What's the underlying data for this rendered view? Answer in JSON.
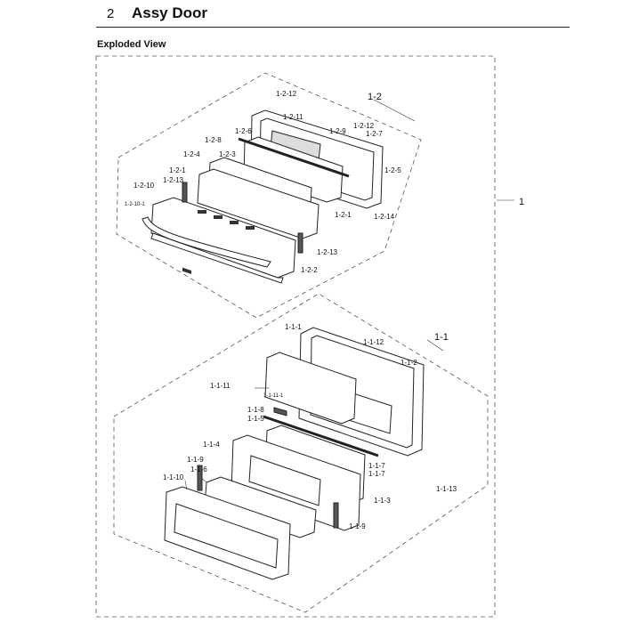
{
  "header": {
    "section_number": "2",
    "section_title": "Assy Door",
    "view_label": "Exploded View"
  },
  "assembly": {
    "main": "1",
    "upper_group": "1-2",
    "lower_group": "1-1"
  },
  "upper_labels": {
    "p12a": "1-2-12",
    "p11": "1-2-11",
    "p6": "1-2-6",
    "p9": "1-2-9",
    "p12b": "1-2-12",
    "p7": "1-2-7",
    "p8": "1-2-8",
    "p3": "1-2-3",
    "p4": "1-2-4",
    "p5": "1-2-5",
    "p1a": "1-2-1",
    "p13a": "1-2-13",
    "p10": "1-2-10",
    "p10_1": "1-2-10-1",
    "p1b": "1-2-1",
    "p14": "1-2-14",
    "p13b": "1-2-13",
    "p2": "1-2-2"
  },
  "lower_labels": {
    "p1": "1-1-1",
    "p12": "1-1-12",
    "p2": "1-1-2",
    "p11": "1-1-11",
    "p11_1": "1-1-11-1",
    "p8": "1-1-8",
    "p5": "1-1-5",
    "p4": "1-1-4",
    "p7a": "1-1-7",
    "p7b": "1-1-7",
    "p9a": "1-1-9",
    "p6": "1-1-6",
    "p10": "1-1-10",
    "p3": "1-1-3",
    "p13": "1-1-13",
    "p9b": "1-1-9"
  }
}
